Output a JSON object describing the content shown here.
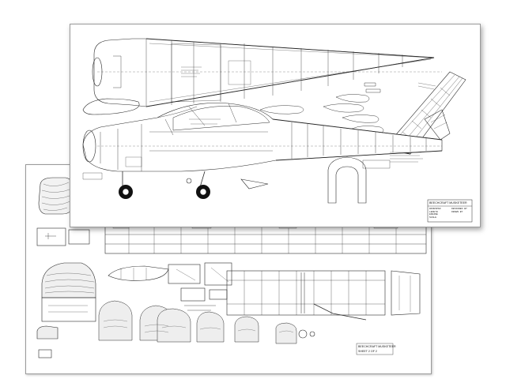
{
  "front_sheet": {
    "title_block": {
      "title": "BEECHCRAFT MUSKETEER",
      "lines": [
        "WINGSPAN",
        "LENGTH",
        "ENGINE",
        "SCALE",
        "DESIGNED BY",
        "DRAWN BY"
      ]
    }
  },
  "back_sheet": {
    "title_block": {
      "title": "BEECHCRAFT MUSKETEER",
      "lines": [
        "SHEET 2 OF 2"
      ]
    }
  },
  "colors": {
    "paper": "#ffffff",
    "ink": "#2a2a2a",
    "shadow": "#9a9a9a"
  }
}
